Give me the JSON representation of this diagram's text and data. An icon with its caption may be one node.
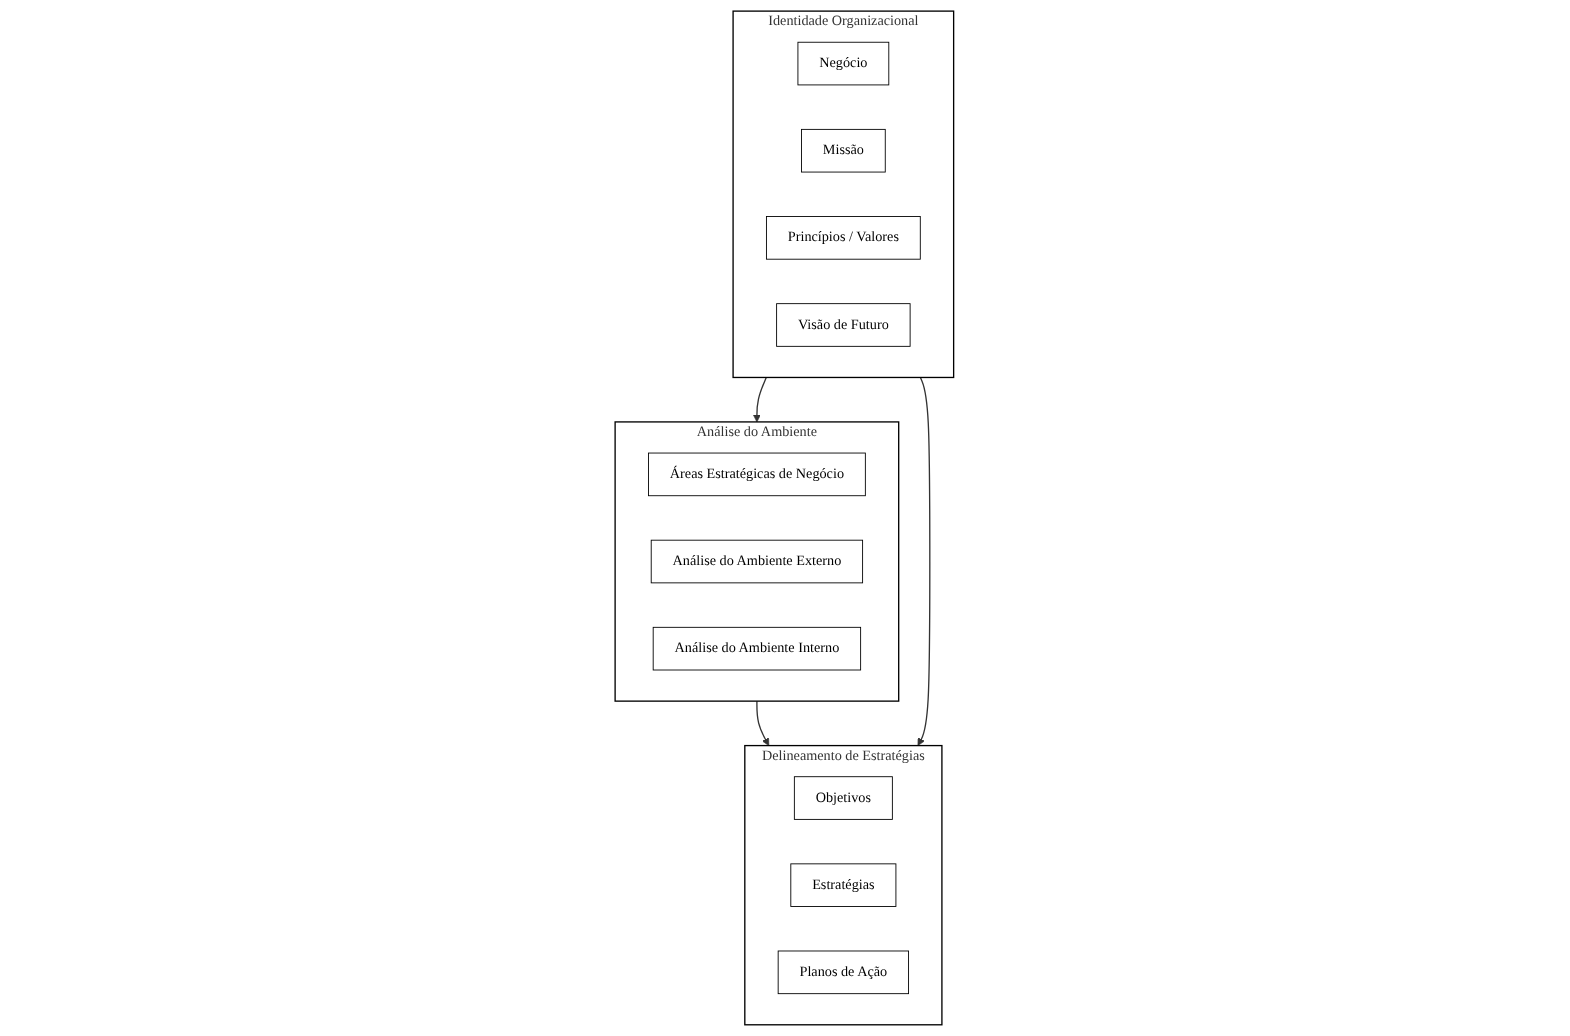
{
  "diagram": {
    "nodes": [
      {
        "text": [
          "Identidade Organizacional"
        ]
      },
      {
        "text": [
          "Negócio"
        ],
        "in": 0
      },
      {
        "text": [
          "Missão"
        ],
        "in": 0
      },
      {
        "text": [
          "Princípios / Valores"
        ],
        "in": 0
      },
      {
        "text": [
          "Visão de Futuro"
        ],
        "in": 0
      },
      {
        "text": [
          "Análise do Ambiente"
        ]
      },
      {
        "text": [
          "Áreas Estratégicas de Negócio"
        ],
        "in": 5
      },
      {
        "text": [
          "Análise do Ambiente Externo"
        ],
        "in": 5
      },
      {
        "text": [
          "Análise do Ambiente Interno"
        ],
        "in": 5
      },
      {
        "text": [
          "Delineamento de Estratégias"
        ]
      },
      {
        "text": [
          "Objetivos"
        ],
        "in": 9
      },
      {
        "text": [
          "Estratégias"
        ],
        "in": 9
      },
      {
        "text": [
          "Planos de Ação"
        ],
        "in": 9
      }
    ],
    "edges": [
      {
        "from": 0,
        "to": 5,
        "arrow": "to"
      },
      {
        "from": 5,
        "to": 9,
        "arrow": "to"
      },
      {
        "from": 0,
        "to": 9,
        "arrow": "to"
      }
    ]
  }
}
